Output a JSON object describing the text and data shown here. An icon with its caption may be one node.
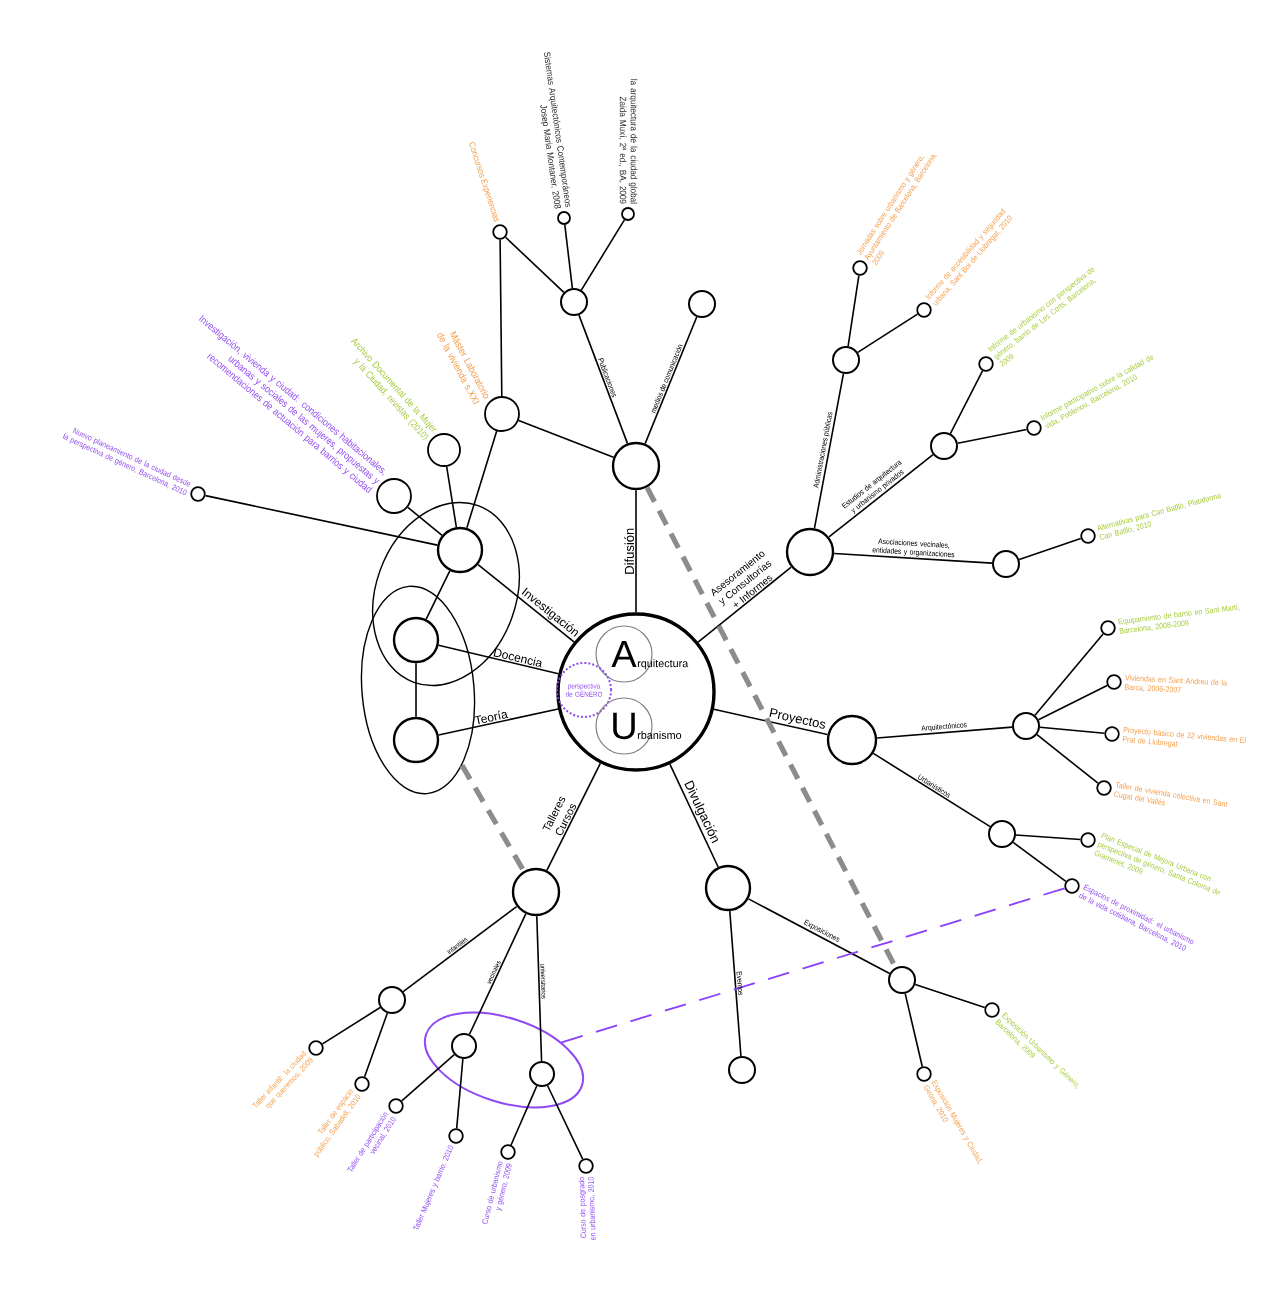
{
  "diagram": {
    "nodes": [
      {
        "text": [],
        "shape": "circle"
      },
      {
        "text": [
          "A"
        ],
        "beside": [
          "rquitectura"
        ],
        "in": 0
      },
      {
        "text": [
          "perspectiva de GÉNERO"
        ],
        "in": 0
      },
      {
        "text": [
          "U"
        ],
        "beside": [
          "rbanismo"
        ],
        "in": 0
      },
      {
        "text": [],
        "shape": "circle"
      },
      {
        "text": [],
        "shape": "circle"
      },
      {
        "text": [],
        "shape": "circle"
      },
      {
        "text": [],
        "shape": "circle"
      },
      {
        "text": [],
        "shape": "circle"
      },
      {
        "text": [],
        "shape": "ellipse"
      },
      {
        "text": [],
        "shape": "circle",
        "in": 9
      },
      {
        "text": [],
        "shape": "circle"
      },
      {
        "text": [],
        "shape": "ellipse"
      },
      {
        "text": [],
        "shape": "circle",
        "in": 12
      },
      {
        "text": [],
        "shape": "circle"
      },
      {
        "text": [
          "Sistemas Arquitectónicos Contemporáneos",
          "Josep Maria Montaner, 2008"
        ]
      },
      {
        "text": [
          "la arquitectura de la ciudad global",
          "Zaida Muxí, 2ª ed., BA, 2009"
        ]
      },
      {
        "text": [
          "Concursos Experiencias"
        ]
      },
      {
        "text": [],
        "shape": "circle"
      },
      {
        "text": [
          "Máster Laboratorio de la vivienda s.XXI"
        ]
      },
      {
        "text": [
          "Investigación, vivienda y ciudad: condiciones habitacionales, urbanas y sociales de las mujeres, propuestas y recomendaciones de actuación para barrios y ciudad"
        ]
      },
      {
        "text": [
          "Archivo Documental de la Mujer y la Ciudad, revistas (2010)"
        ]
      },
      {
        "text": [
          "Nuevo planeamiento de la ciudad desde la perspectiva de género, Barcelona, 2010"
        ]
      },
      {
        "text": [],
        "shape": "circle"
      },
      {
        "text": [
          "Jornadas sobre urbanismo y género, Ayuntamiento de Barcelona, Barcelona, 2009"
        ]
      },
      {
        "text": [
          "Informe de accesibilidad y seguridad urbana, Sant Boi de Llobregat, 2010"
        ]
      },
      {
        "text": [],
        "shape": "circle"
      },
      {
        "text": [
          "Informe de urbanismo con perspectiva de género, barrio de Les Corts, Barcelona, 2009"
        ]
      },
      {
        "text": [
          "Informe participativo sobre la calidad de vida, Poblenou, Barcelona, 2010"
        ]
      },
      {
        "text": [],
        "shape": "circle"
      },
      {
        "text": [
          "Alternativas para Can Batlló, Plataforma Can Batlló, 2010"
        ]
      },
      {
        "text": [],
        "shape": "circle"
      },
      {
        "text": [
          "Equipamiento de barrio en Sant Martí, Barcelona, 2008-2009"
        ]
      },
      {
        "text": [
          "Viviendas en Sant Andreu de la Barca, 2006-2007"
        ]
      },
      {
        "text": [
          "Proyecto básico de 32 viviendas en El Prat de Llobregat"
        ]
      },
      {
        "text": [
          "Taller de vivienda colectiva en Sant Cugat del Vallès"
        ]
      },
      {
        "text": [],
        "shape": "circle"
      },
      {
        "text": [
          "Plan Especial de Mejora Urbana con perspectiva de género, Santa Coloma de Gramenet, 2009"
        ]
      },
      {
        "text": [
          "Espacios de proximidad: el urbanismo de la vida cotidiana, Barcelona, 2010"
        ]
      },
      {
        "text": [],
        "shape": "circle"
      },
      {
        "text": [
          "Exposición Urbanismo y Género, Barcelona, 2009"
        ]
      },
      {
        "text": [
          "Exposición Mujeres y Ciudad, Girona, 2010"
        ]
      },
      {
        "text": [],
        "shape": "circle"
      },
      {
        "text": [],
        "shape": "circle"
      },
      {
        "text": [
          "Taller infantil: la ciudad que queremos, 2009"
        ]
      },
      {
        "text": [
          "Taller de espacio público, Sabadell, 2010"
        ]
      },
      {
        "text": [],
        "shape": "ellipse"
      },
      {
        "text": [],
        "shape": "circle",
        "in": 46
      },
      {
        "text": [],
        "shape": "circle",
        "in": 46
      },
      {
        "text": [
          "Taller de participación vecinal, 2010"
        ]
      },
      {
        "text": [
          "Taller Mujeres y barrio, 2010"
        ]
      },
      {
        "text": [
          "Curso de urbanismo y género, 2009"
        ]
      },
      {
        "text": [
          "Curso de posgrado en urbanismo, 2010"
        ]
      }
    ],
    "edges": [
      {
        "from": 0,
        "to": 4,
        "arrow": "none",
        "label": "Difusión"
      },
      {
        "from": 0,
        "to": 5,
        "arrow": "none",
        "label": "Asesoramiento y Consultorías + Informes"
      },
      {
        "from": 0,
        "to": 6,
        "arrow": "none",
        "label": "Proyectos"
      },
      {
        "from": 0,
        "to": 7,
        "arrow": "none",
        "label": "Divulgación"
      },
      {
        "from": 0,
        "to": 8,
        "arrow": "none",
        "label": "Talleres Cursos"
      },
      {
        "from": 0,
        "to": 10,
        "arrow": "none",
        "label": "Teoría"
      },
      {
        "from": 0,
        "to": 11,
        "arrow": "none",
        "label": "Docencia"
      },
      {
        "from": 0,
        "to": 13,
        "arrow": "none",
        "label": "Investigación"
      },
      {
        "from": 13,
        "to": 11,
        "arrow": "none"
      },
      {
        "from": 11,
        "to": 10,
        "arrow": "none"
      },
      {
        "from": 4,
        "to": 14,
        "arrow": "none",
        "label": "Publicaciones"
      },
      {
        "from": 14,
        "to": 15,
        "arrow": "none"
      },
      {
        "from": 14,
        "to": 16,
        "arrow": "none"
      },
      {
        "from": 14,
        "to": 17,
        "arrow": "none"
      },
      {
        "from": 4,
        "to": 18,
        "arrow": "none",
        "label": "medios de comunicación"
      },
      {
        "from": 4,
        "to": 19,
        "arrow": "none"
      },
      {
        "from": 13,
        "to": 19,
        "arrow": "none"
      },
      {
        "from": 19,
        "to": 17,
        "arrow": "none"
      },
      {
        "from": 13,
        "to": 20,
        "arrow": "none"
      },
      {
        "from": 13,
        "to": 21,
        "arrow": "none"
      },
      {
        "from": 13,
        "to": 22,
        "arrow": "none"
      },
      {
        "from": 5,
        "to": 23,
        "arrow": "none",
        "label": "Administraciones públicas"
      },
      {
        "from": 23,
        "to": 24,
        "arrow": "none"
      },
      {
        "from": 23,
        "to": 25,
        "arrow": "none"
      },
      {
        "from": 5,
        "to": 26,
        "arrow": "none",
        "label": "Estudios de arquitectura y urbanismo privados"
      },
      {
        "from": 26,
        "to": 27,
        "arrow": "none"
      },
      {
        "from": 26,
        "to": 28,
        "arrow": "none"
      },
      {
        "from": 5,
        "to": 29,
        "arrow": "none",
        "label": "Asociaciones vecinales, entidades y organizaciones"
      },
      {
        "from": 29,
        "to": 30,
        "arrow": "none"
      },
      {
        "from": 6,
        "to": 31,
        "arrow": "none",
        "label": "Arquitectónicos"
      },
      {
        "from": 31,
        "to": 32,
        "arrow": "none"
      },
      {
        "from": 31,
        "to": 33,
        "arrow": "none"
      },
      {
        "from": 31,
        "to": 34,
        "arrow": "none"
      },
      {
        "from": 31,
        "to": 35,
        "arrow": "none"
      },
      {
        "from": 6,
        "to": 36,
        "arrow": "none",
        "label": "Urbanísticos"
      },
      {
        "from": 36,
        "to": 37,
        "arrow": "none"
      },
      {
        "from": 36,
        "to": 38,
        "arrow": "none"
      },
      {
        "from": 7,
        "to": 39,
        "arrow": "none",
        "label": "Exposiciones"
      },
      {
        "from": 39,
        "to": 40,
        "arrow": "none"
      },
      {
        "from": 39,
        "to": 41,
        "arrow": "none"
      },
      {
        "from": 7,
        "to": 42,
        "arrow": "none",
        "label": "Eventos"
      },
      {
        "from": 8,
        "to": 43,
        "arrow": "none",
        "label": "infantiles"
      },
      {
        "from": 43,
        "to": 44,
        "arrow": "none"
      },
      {
        "from": 43,
        "to": 45,
        "arrow": "none"
      },
      {
        "from": 8,
        "to": 47,
        "arrow": "none",
        "label": "vecinales"
      },
      {
        "from": 8,
        "to": 48,
        "arrow": "none",
        "label": "universitarios"
      },
      {
        "from": 47,
        "to": 49,
        "arrow": "none"
      },
      {
        "from": 47,
        "to": 50,
        "arrow": "none"
      },
      {
        "from": 48,
        "to": 51,
        "arrow": "none"
      },
      {
        "from": 48,
        "to": 52,
        "arrow": "none"
      },
      {
        "from": 4,
        "to": 39,
        "arrow": "none",
        "style": "dashed",
        "color": "#8c8c8c"
      },
      {
        "from": 9,
        "to": 8,
        "arrow": "none",
        "style": "dashed",
        "color": "#8c8c8c"
      },
      {
        "from": 46,
        "to": 38,
        "arrow": "none",
        "style": "dashed",
        "color": "#8a3ffc"
      }
    ]
  }
}
